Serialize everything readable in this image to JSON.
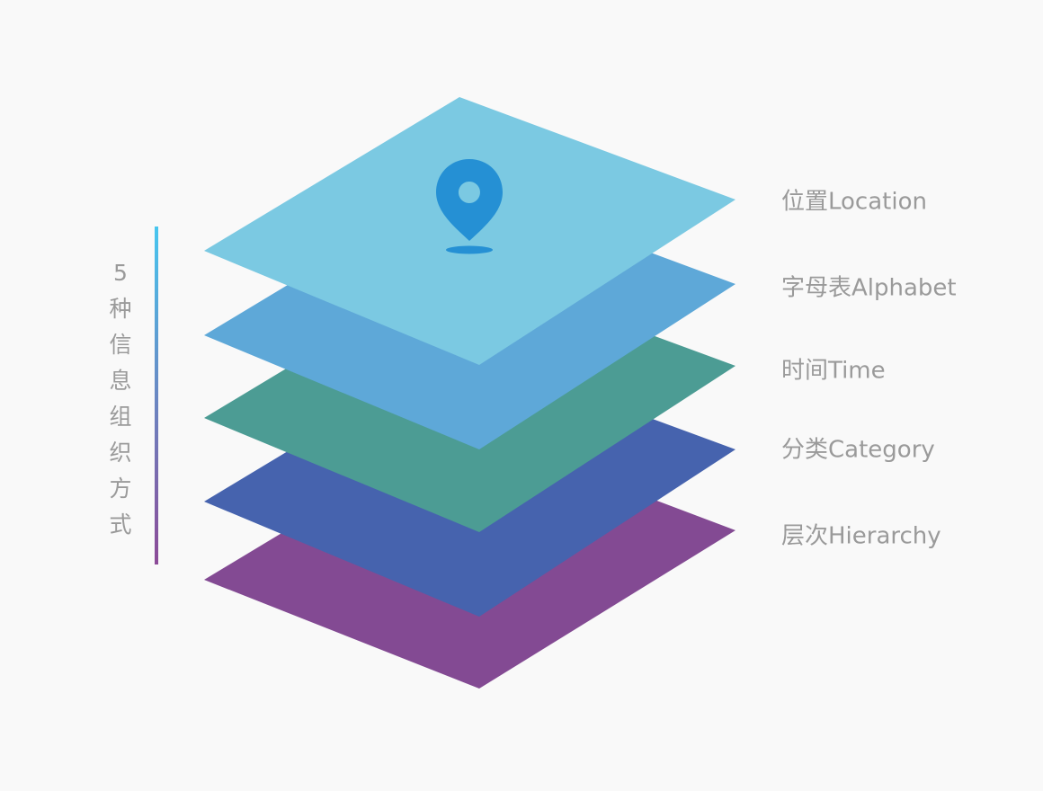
{
  "title": "5种信息组织方式",
  "layers": [
    {
      "label": "位置Location",
      "color": "#7bc9e2",
      "icon": "map-pin-icon"
    },
    {
      "label": "字母表Alphabet",
      "color": "#5ea8d8"
    },
    {
      "label": "时间Time",
      "color": "#4c9c94"
    },
    {
      "label": "分类Category",
      "color": "#4663ae"
    },
    {
      "label": "层次Hierarchy",
      "color": "#834a93"
    }
  ],
  "pin_color": "#2590d4"
}
